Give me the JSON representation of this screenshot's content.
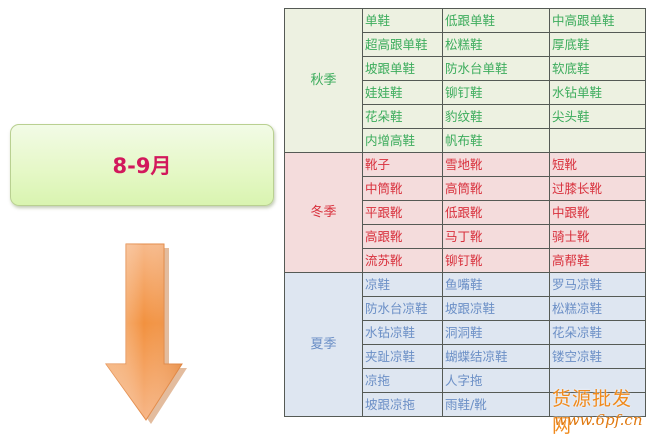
{
  "month_box": {
    "label": "8-9月"
  },
  "arrow": {
    "icon": "down-arrow-icon",
    "color": "#f3964a"
  },
  "colors": {
    "autumn_text": "#3cac5c",
    "autumn_bg": "#edf1e1",
    "winter_text": "#d8303c",
    "winter_bg": "#f4dcdc",
    "summer_text": "#6b8fc6",
    "summer_bg": "#dee6f1",
    "month_text": "#d2185c"
  },
  "table": {
    "sections": [
      {
        "season": "秋季",
        "rows": [
          [
            "单鞋",
            "低跟单鞋",
            "中高跟单鞋"
          ],
          [
            "超高跟单鞋",
            "松糕鞋",
            "厚底鞋"
          ],
          [
            "坡跟单鞋",
            "防水台单鞋",
            "软底鞋"
          ],
          [
            "娃娃鞋",
            "铆钉鞋",
            "水钻单鞋"
          ],
          [
            "花朵鞋",
            "豹纹鞋",
            "尖头鞋"
          ],
          [
            "内增高鞋",
            "帆布鞋",
            ""
          ]
        ]
      },
      {
        "season": "冬季",
        "rows": [
          [
            "靴子",
            "雪地靴",
            "短靴"
          ],
          [
            "中筒靴",
            "高筒靴",
            "过膝长靴"
          ],
          [
            "平跟靴",
            "低跟靴",
            "中跟靴"
          ],
          [
            "高跟靴",
            "马丁靴",
            "骑士靴"
          ],
          [
            "流苏靴",
            "铆钉靴",
            "高帮鞋"
          ]
        ]
      },
      {
        "season": "夏季",
        "rows": [
          [
            "凉鞋",
            "鱼嘴鞋",
            "罗马凉鞋"
          ],
          [
            "防水台凉鞋",
            "坡跟凉鞋",
            "松糕凉鞋"
          ],
          [
            "水钻凉鞋",
            "洞洞鞋",
            "花朵凉鞋"
          ],
          [
            "夹趾凉鞋",
            "蝴蝶结凉鞋",
            "镂空凉鞋"
          ],
          [
            "凉拖",
            "人字拖",
            ""
          ],
          [
            "坡跟凉拖",
            "雨鞋/靴",
            ""
          ]
        ]
      }
    ]
  },
  "watermark": {
    "line1": "货源批发网",
    "line2": "www.6pf.cn"
  }
}
